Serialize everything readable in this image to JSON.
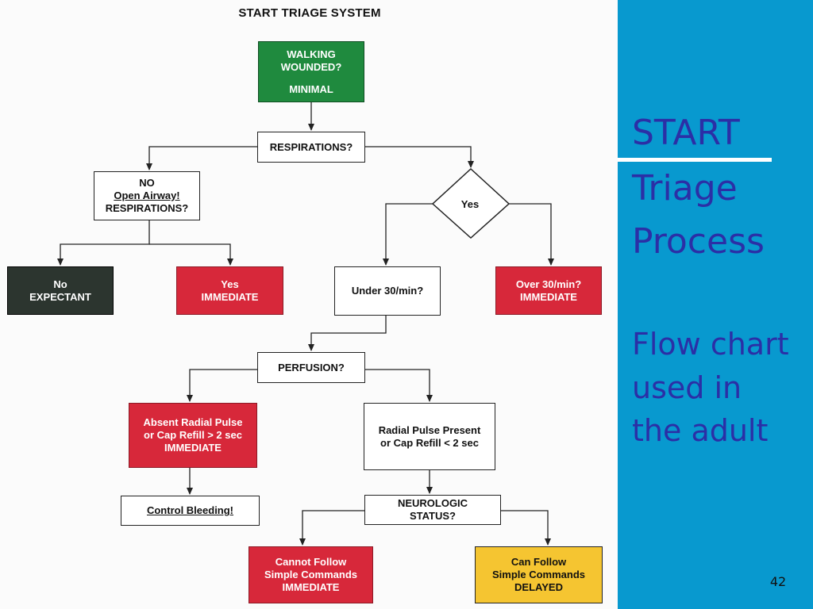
{
  "slide": {
    "heading_lines": [
      "START",
      "Triage",
      "Process"
    ],
    "subtitle_lines": [
      "Flow chart",
      "used in",
      "the adult"
    ],
    "page_number": "42",
    "colors": {
      "panel": "#0899cf",
      "heading": "#2b2fa6",
      "immediate": "#d7283a",
      "minimal": "#1f8a3e",
      "expectant": "#2c352f",
      "delayed": "#f5c531"
    }
  },
  "flowchart": {
    "title": "START TRIAGE SYSTEM",
    "walking": {
      "line1": "WALKING",
      "line2": "WOUNDED?",
      "line3": "MINIMAL"
    },
    "respirations": "RESPIRATIONS?",
    "no_resp": {
      "line1": "NO",
      "line2": "Open Airway!",
      "line3": "RESPIRATIONS?"
    },
    "yes_diamond": "Yes",
    "expectant": {
      "line1": "No",
      "line2": "EXPECTANT"
    },
    "yes_immediate": {
      "line1": "Yes",
      "line2": "IMMEDIATE"
    },
    "under30": "Under 30/min?",
    "over30": {
      "line1": "Over 30/min?",
      "line2": "IMMEDIATE"
    },
    "perfusion": "PERFUSION?",
    "absent_pulse": {
      "line1": "Absent Radial Pulse",
      "line2": "or Cap Refill > 2 sec",
      "line3": "IMMEDIATE"
    },
    "present_pulse": {
      "line1": "Radial Pulse Present",
      "line2": "or Cap Refill < 2 sec"
    },
    "control_bleeding": "Control Bleeding!",
    "neuro": {
      "line1": "NEUROLOGIC",
      "line2": "STATUS?"
    },
    "cannot_follow": {
      "line1": "Cannot Follow",
      "line2": "Simple Commands",
      "line3": "IMMEDIATE"
    },
    "can_follow": {
      "line1": "Can Follow",
      "line2": "Simple Commands",
      "line3": "DELAYED"
    }
  }
}
